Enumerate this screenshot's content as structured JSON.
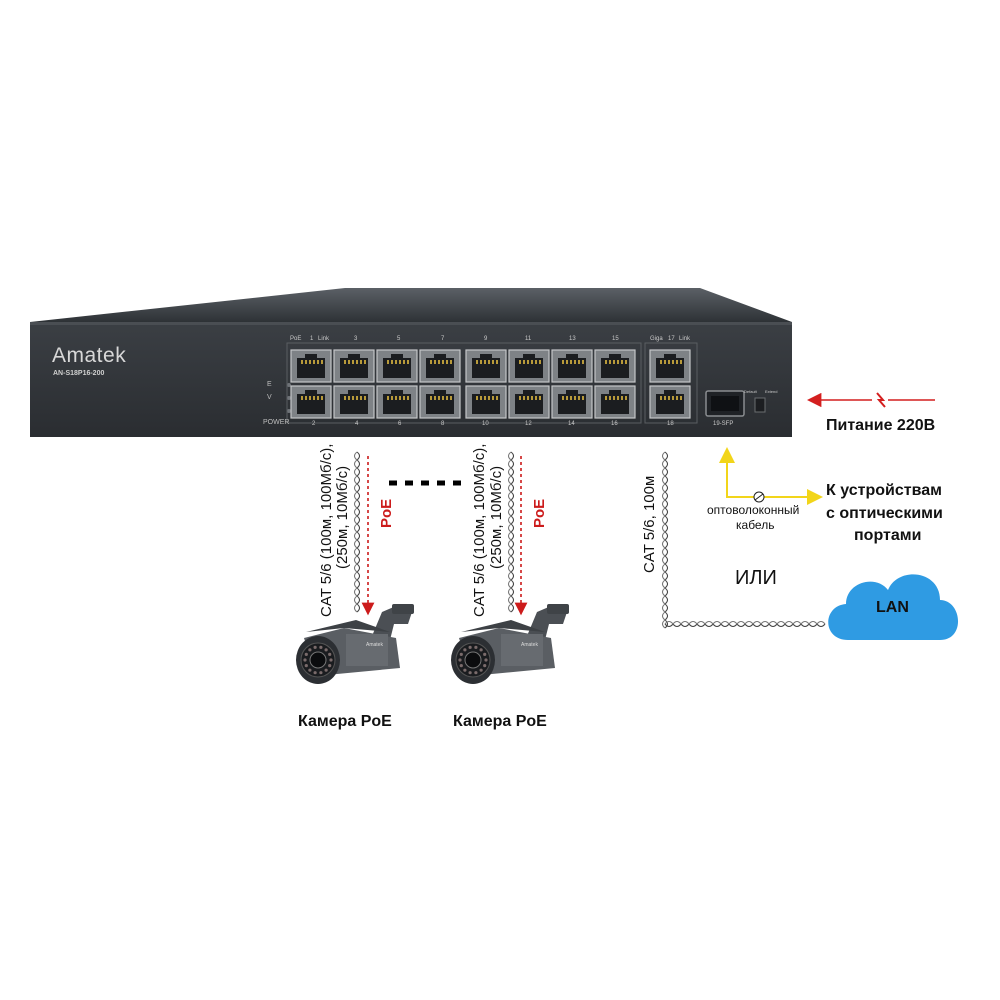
{
  "switch": {
    "brand": "Amatek",
    "model": "AN-S18P16-200",
    "led_labels": [
      "E",
      "V",
      "POWER"
    ],
    "top_port_labels": [
      "PoE",
      "1",
      "Link",
      "3",
      "5",
      "7",
      "9",
      "11",
      "13",
      "15",
      "Giga",
      "17",
      "Link"
    ],
    "bottom_port_labels": [
      "2",
      "4",
      "6",
      "8",
      "10",
      "12",
      "14",
      "16",
      "18",
      "19-SFP"
    ],
    "sfp_small_labels": [
      "Default",
      "Extend"
    ]
  },
  "cables": {
    "cam1_spec": "CAT 5/6 (100м, 100Мб/с),",
    "cam1_spec2": "(250м, 10Мб/с)",
    "cam2_spec": "CAT 5/6 (100м, 100Мб/с),",
    "cam2_spec2": "(250м, 10Мб/с)",
    "poe_label": "PoE",
    "uplink_spec": "CAT 5/6, 100м",
    "fiber_label_line1": "оптоволоконный",
    "fiber_label_line2": "кабель"
  },
  "labels": {
    "power": "Питание 220В",
    "optical_line1": "К устройствам",
    "optical_line2": "с оптическими",
    "optical_line3": "портами",
    "or": "ИЛИ",
    "lan": "LAN",
    "camera1": "Камера PoE",
    "camera2": "Камера PoE",
    "camera_brand": "Amatek"
  },
  "colors": {
    "switch_body": "#34383d",
    "poe_arrow": "#cc1b1b",
    "fiber": "#f2d51a",
    "cloud": "#2f9be3",
    "power_arrow": "#d41f1f"
  }
}
